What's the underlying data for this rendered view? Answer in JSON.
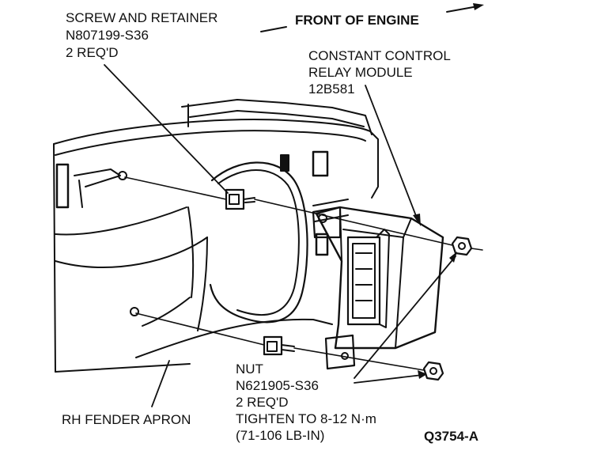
{
  "labels": {
    "screw": [
      "SCREW AND RETAINER",
      "N807199-S36",
      "2 REQ'D"
    ],
    "front": "FRONT OF ENGINE",
    "module": [
      "CONSTANT CONTROL",
      "RELAY MODULE",
      "12B581"
    ],
    "nut": [
      "NUT",
      "N621905-S36",
      "2 REQ'D",
      "TIGHTEN TO 8-12 N·m",
      "(71-106 LB-IN)"
    ],
    "apron": "RH FENDER APRON",
    "figure_id": "Q3754-A"
  }
}
